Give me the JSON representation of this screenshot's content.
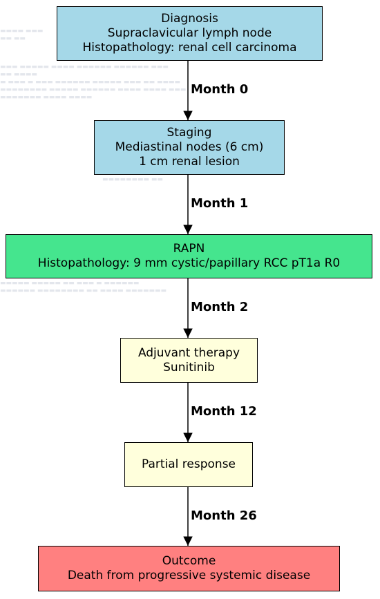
{
  "colors": {
    "blue": "#a5d8e8",
    "green": "#45e58e",
    "yellow": "#ffffdc",
    "red": "#ff8080",
    "stroke": "#000000"
  },
  "nodes": [
    {
      "lines": [
        "Diagnosis",
        "Supraclavicular lymph node",
        "Histopathology: renal cell carcinoma"
      ],
      "color": "blue"
    },
    {
      "lines": [
        "Staging",
        "Mediastinal nodes (6 cm)",
        "1 cm renal lesion"
      ],
      "color": "blue"
    },
    {
      "lines": [
        "RAPN",
        "Histopathology: 9 mm cystic/papillary RCC pT1a R0"
      ],
      "color": "green"
    },
    {
      "lines": [
        "Adjuvant therapy",
        "Sunitinib"
      ],
      "color": "yellow"
    },
    {
      "lines": [
        "Partial response"
      ],
      "color": "yellow"
    },
    {
      "lines": [
        "Outcome",
        "Death from progressive systemic disease"
      ],
      "color": "red"
    }
  ],
  "edges": [
    {
      "label": "Month 0"
    },
    {
      "label": "Month 1"
    },
    {
      "label": "Month 2"
    },
    {
      "label": "Month 12"
    },
    {
      "label": "Month 26"
    }
  ]
}
